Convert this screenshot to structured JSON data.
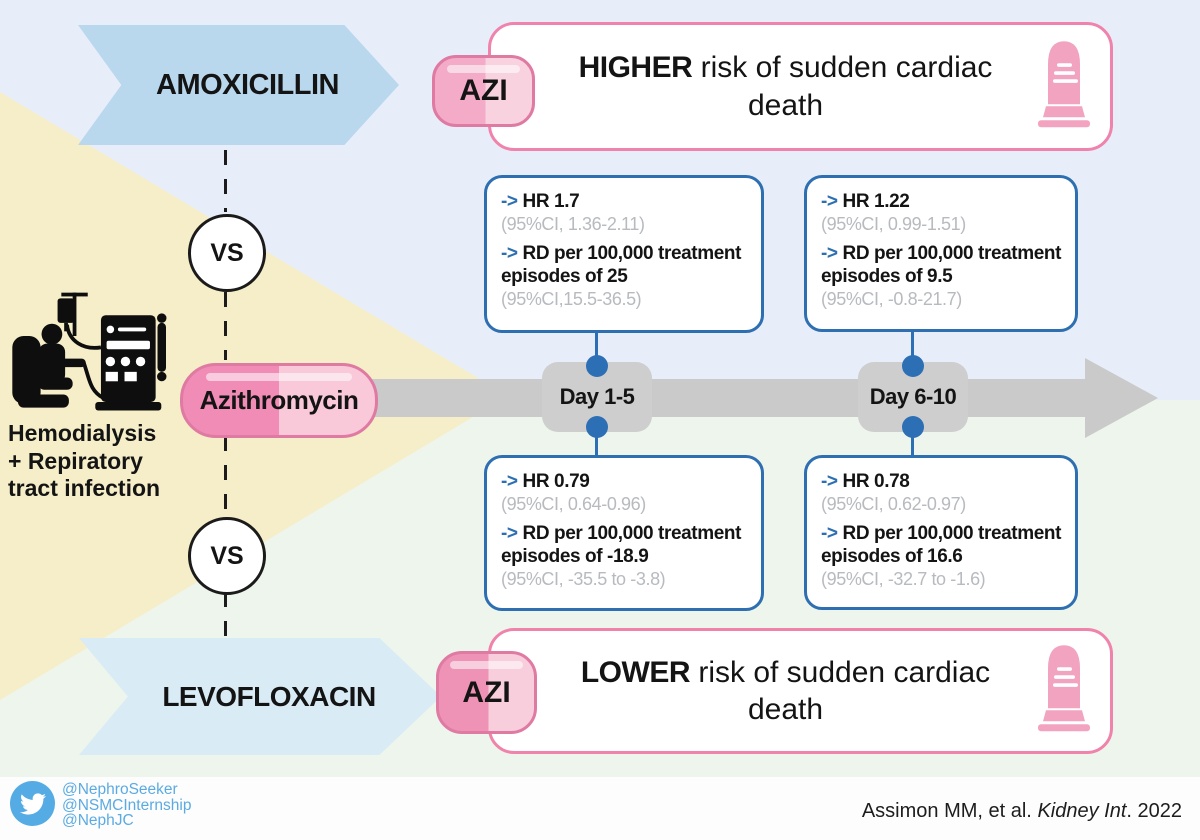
{
  "ui": {
    "arrow": "->",
    "vs": "VS"
  },
  "condition": {
    "lines": [
      "Hemodialysis",
      "+ Repiratory",
      "tract infection"
    ]
  },
  "comparators": {
    "top": "AMOXICILLIN",
    "bottom": "LEVOFLOXACIN"
  },
  "drug": {
    "name": "Azithromycin",
    "abbr": "AZI"
  },
  "timeline": {
    "day_1_5": "Day 1-5",
    "day_6_10": "Day 6-10"
  },
  "results": {
    "higher": {
      "emphasis": "HIGHER",
      "rest": " risk of sudden cardiac death"
    },
    "lower": {
      "emphasis": "LOWER",
      "rest": " risk of sudden cardiac death"
    }
  },
  "stats": [
    {
      "hr": "HR 1.7",
      "hr_ci": "(95%CI, 1.36-2.11)",
      "rd": "RD per 100,000 treatment episodes of 25",
      "rd_ci": "(95%CI,15.5-36.5)"
    },
    {
      "hr": "HR 1.22",
      "hr_ci": "(95%CI, 0.99-1.51)",
      "rd": "RD per 100,000 treatment episodes of 9.5",
      "rd_ci": "(95%CI, -0.8-21.7)"
    },
    {
      "hr": "HR 0.79",
      "hr_ci": "(95%CI, 0.64-0.96)",
      "rd": "RD per 100,000 treatment episodes of -18.9",
      "rd_ci": "(95%CI, -35.5 to -3.8)"
    },
    {
      "hr": "HR 0.78",
      "hr_ci": "(95%CI, 0.62-0.97)",
      "rd": "RD per 100,000 treatment episodes of 16.6",
      "rd_ci": "(95%CI, -32.7 to -1.6)"
    }
  ],
  "footer": {
    "handles": [
      "@NephroSeeker",
      "@NSMCInternship",
      "@NephJC"
    ],
    "citation": {
      "authors": "Assimon MM, et al. ",
      "journal": "Kidney Int",
      "year": ". 2022"
    }
  },
  "colors": {
    "accent_blue": "#2e6fb1",
    "accent_pink": "#f083ab",
    "banner_blue": "#b9d8ee",
    "banner_blue_light": "#d9ebf5",
    "timeline_gray": "#cacaca",
    "yellow_wedge": "#f5eec8",
    "bg_top": "#e8eef9",
    "bg_bottom": "#edf5ec",
    "twitter_blue": "#55abe4"
  }
}
